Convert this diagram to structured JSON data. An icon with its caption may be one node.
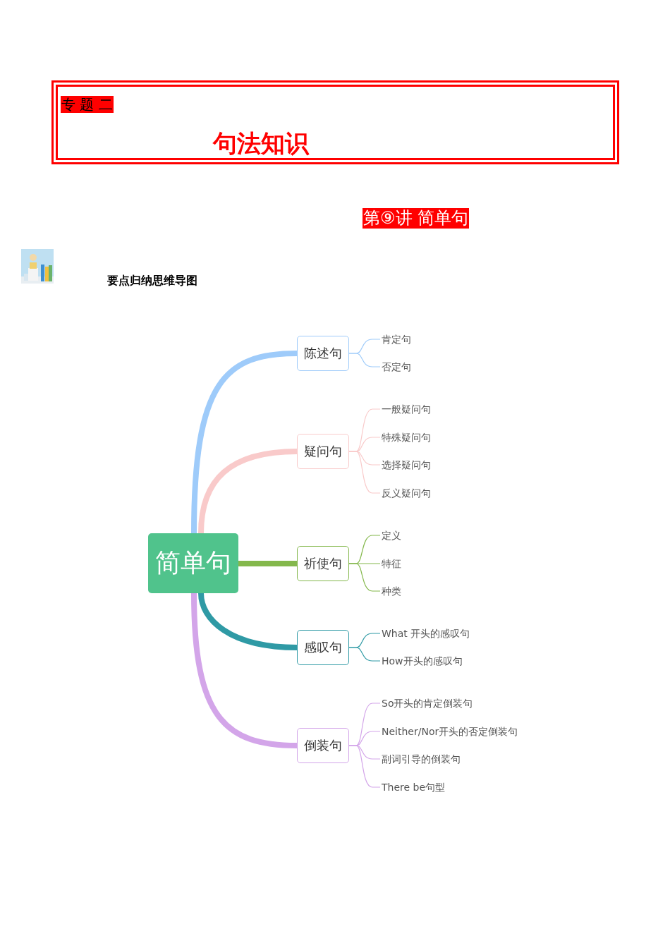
{
  "diagram": {
    "nodes": [
      {
        "text": [
          "专 题 二",
          "句法知识"
        ]
      },
      {
        "text": [
          "简单句"
        ]
      },
      {
        "text": [
          "陈述句"
        ]
      },
      {
        "text": [
          "肯定句"
        ]
      },
      {
        "text": [
          "否定句"
        ]
      },
      {
        "text": [
          "疑问句"
        ]
      },
      {
        "text": [
          "一般疑问句"
        ]
      },
      {
        "text": [
          "特殊疑问句"
        ]
      },
      {
        "text": [
          "选择疑问句"
        ]
      },
      {
        "text": [
          "反义疑问句"
        ]
      },
      {
        "text": [
          "祈使句"
        ]
      },
      {
        "text": [
          "定义"
        ]
      },
      {
        "text": [
          "特征"
        ]
      },
      {
        "text": [
          "种类"
        ]
      },
      {
        "text": [
          "感叹句"
        ]
      },
      {
        "text": [
          "What 开头的感叹句"
        ]
      },
      {
        "text": [
          "How开头的感叹句"
        ]
      },
      {
        "text": [
          "倒装句"
        ]
      },
      {
        "text": [
          "So开头的肯定倒装句"
        ]
      },
      {
        "text": [
          "Neither/Nor开头的否定倒装句"
        ]
      },
      {
        "text": [
          "副词引导的倒装句"
        ]
      },
      {
        "text": [
          "There be句型"
        ]
      }
    ],
    "edges": [
      {
        "from": 1,
        "to": 2,
        "arrow": "none",
        "style": "thick",
        "color": "#9ecbfa"
      },
      {
        "from": 2,
        "to": 3,
        "arrow": "none",
        "color": "#9ecbfa"
      },
      {
        "from": 2,
        "to": 4,
        "arrow": "none",
        "color": "#9ecbfa"
      },
      {
        "from": 1,
        "to": 5,
        "arrow": "none",
        "style": "thick",
        "color": "#f9caca"
      },
      {
        "from": 5,
        "to": 6,
        "arrow": "none",
        "color": "#f9caca"
      },
      {
        "from": 5,
        "to": 7,
        "arrow": "none",
        "color": "#f9caca"
      },
      {
        "from": 5,
        "to": 8,
        "arrow": "none",
        "color": "#f9caca"
      },
      {
        "from": 5,
        "to": 9,
        "arrow": "none",
        "color": "#f9caca"
      },
      {
        "from": 1,
        "to": 10,
        "arrow": "none",
        "style": "thick",
        "color": "#84b84c"
      },
      {
        "from": 10,
        "to": 11,
        "arrow": "none",
        "color": "#84b84c"
      },
      {
        "from": 10,
        "to": 12,
        "arrow": "none",
        "color": "#84b84c"
      },
      {
        "from": 10,
        "to": 13,
        "arrow": "none",
        "color": "#84b84c"
      },
      {
        "from": 1,
        "to": 14,
        "arrow": "none",
        "style": "thick",
        "color": "#2f9aa5"
      },
      {
        "from": 14,
        "to": 15,
        "arrow": "none",
        "color": "#2f9aa5"
      },
      {
        "from": 14,
        "to": 16,
        "arrow": "none",
        "color": "#2f9aa5"
      },
      {
        "from": 1,
        "to": 17,
        "arrow": "none",
        "style": "thick",
        "color": "#d3a5e9"
      },
      {
        "from": 17,
        "to": 18,
        "arrow": "none",
        "color": "#d3a5e9"
      },
      {
        "from": 17,
        "to": 19,
        "arrow": "none",
        "color": "#d3a5e9"
      },
      {
        "from": 17,
        "to": 20,
        "arrow": "none",
        "color": "#d3a5e9"
      },
      {
        "from": 17,
        "to": 21,
        "arrow": "none",
        "color": "#d3a5e9"
      }
    ],
    "labels": [
      "第⑨讲 简单句",
      "要点归纳思维导图"
    ]
  }
}
